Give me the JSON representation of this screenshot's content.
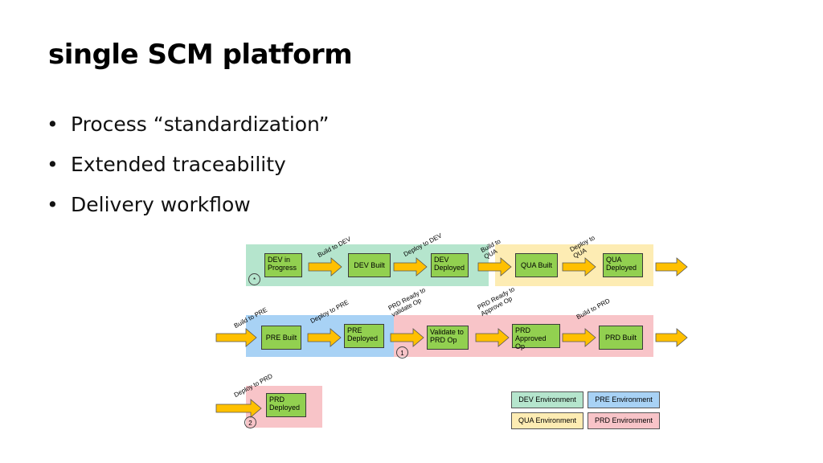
{
  "slide": {
    "title": "single SCM platform",
    "bullets": [
      "Process “standardization”",
      "Extended traceability",
      "Delivery workflow"
    ]
  },
  "diagram": {
    "colors": {
      "dev": "#b5e5cd",
      "pre": "#a8d2f5",
      "qua": "#fdecb3",
      "prd": "#f8c4c8",
      "box": "#92d050",
      "arrow": "#ffc000"
    },
    "boxes": {
      "dev_in_progress": "DEV in\nProgress",
      "dev_built": "DEV Built",
      "dev_deployed": "DEV\nDeployed",
      "qua_built": "QUA Built",
      "qua_deployed": "QUA\nDeployed",
      "pre_built": "PRE Built",
      "pre_deployed": "PRE\nDeployed",
      "validate_prd": "Validate to\nPRD Op",
      "prd_approved": "PRD\nApproved Op",
      "prd_built": "PRD Built",
      "prd_deployed": "PRD\nDeployed"
    },
    "transitions": {
      "build_dev": "Build to DEV",
      "deploy_dev": "Deploy to DEV",
      "build_qua": "Build to\nQUA",
      "deploy_qua": "Deploy to\nQUA",
      "build_pre": "Build to PRE",
      "deploy_pre": "Deploy to PRE",
      "prd_ready_validate": "PRD Ready to\nvalidate Op",
      "prd_ready_approve": "PRD Ready to\nApprove Op",
      "build_prd": "Build to PRD",
      "deploy_prd": "Deploy to PRD"
    },
    "markers": {
      "start": "*",
      "one": "1",
      "two": "2"
    },
    "legend": {
      "dev": "DEV Environment",
      "pre": "PRE Environment",
      "qua": "QUA Environment",
      "prd": "PRD Environment"
    }
  }
}
